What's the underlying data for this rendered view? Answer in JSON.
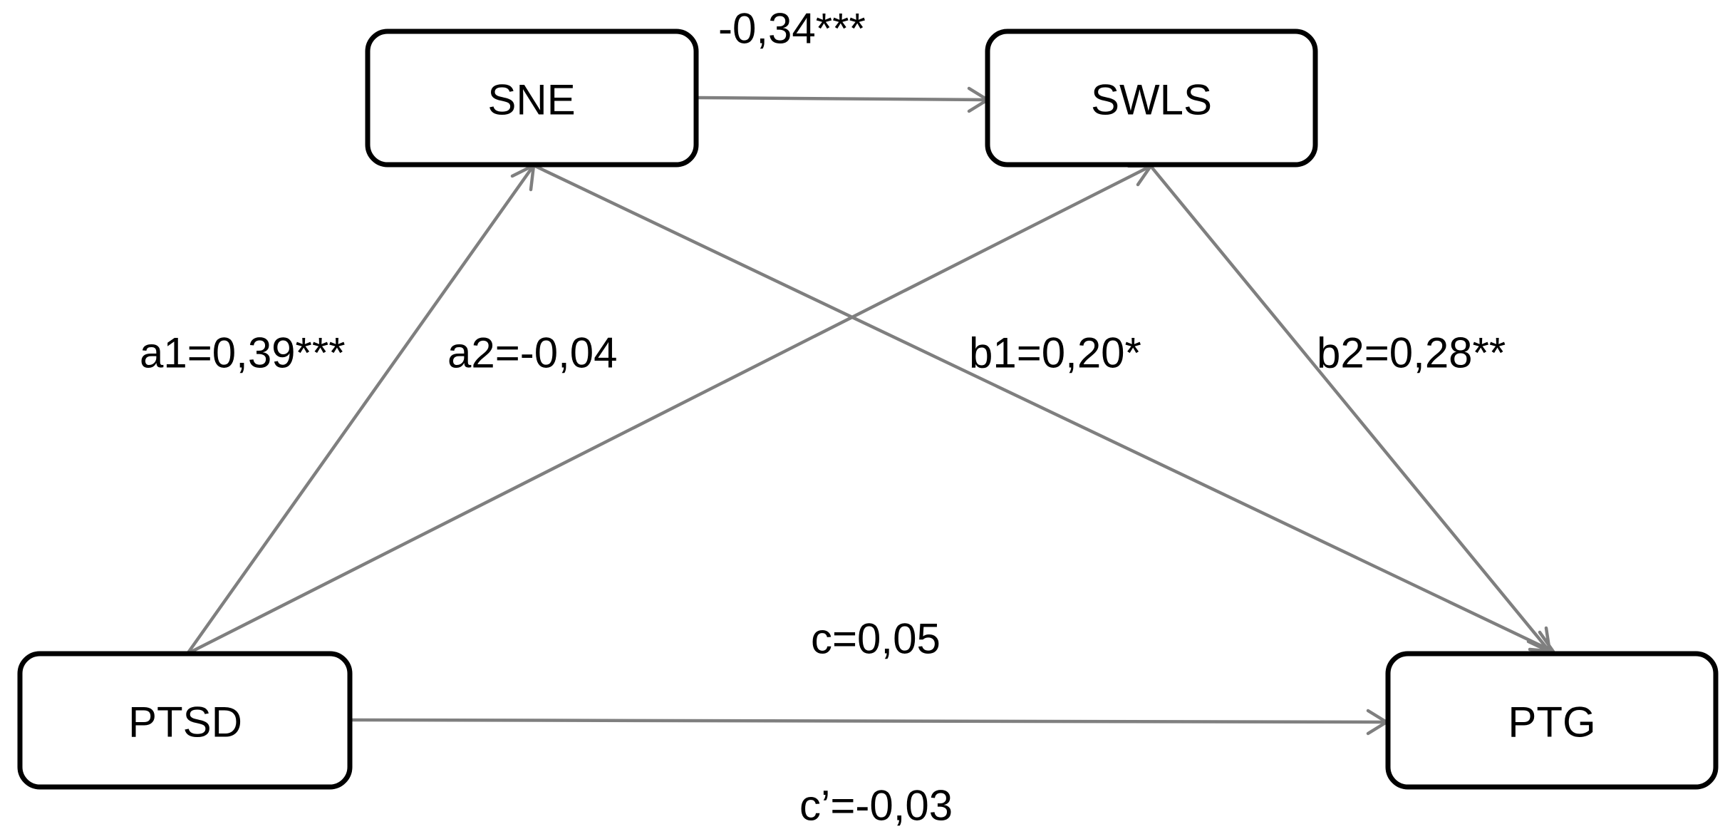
{
  "nodes": {
    "sne": "SNE",
    "swls": "SWLS",
    "ptsd": "PTSD",
    "ptg": "PTG"
  },
  "edges": {
    "sne_to_swls": "-0,34***",
    "ptsd_to_sne": "a1=0,39***",
    "ptsd_to_swls": "a2=-0,04",
    "sne_to_ptg": "b1=0,20*",
    "swls_to_ptg": "b2=0,28**",
    "ptsd_to_ptg_total": "c=0,05",
    "ptsd_to_ptg_direct": "c’=-0,03"
  },
  "colors": {
    "arrow": "#7f7f7f",
    "box_border": "#000000",
    "text": "#000000",
    "background": "#ffffff"
  }
}
